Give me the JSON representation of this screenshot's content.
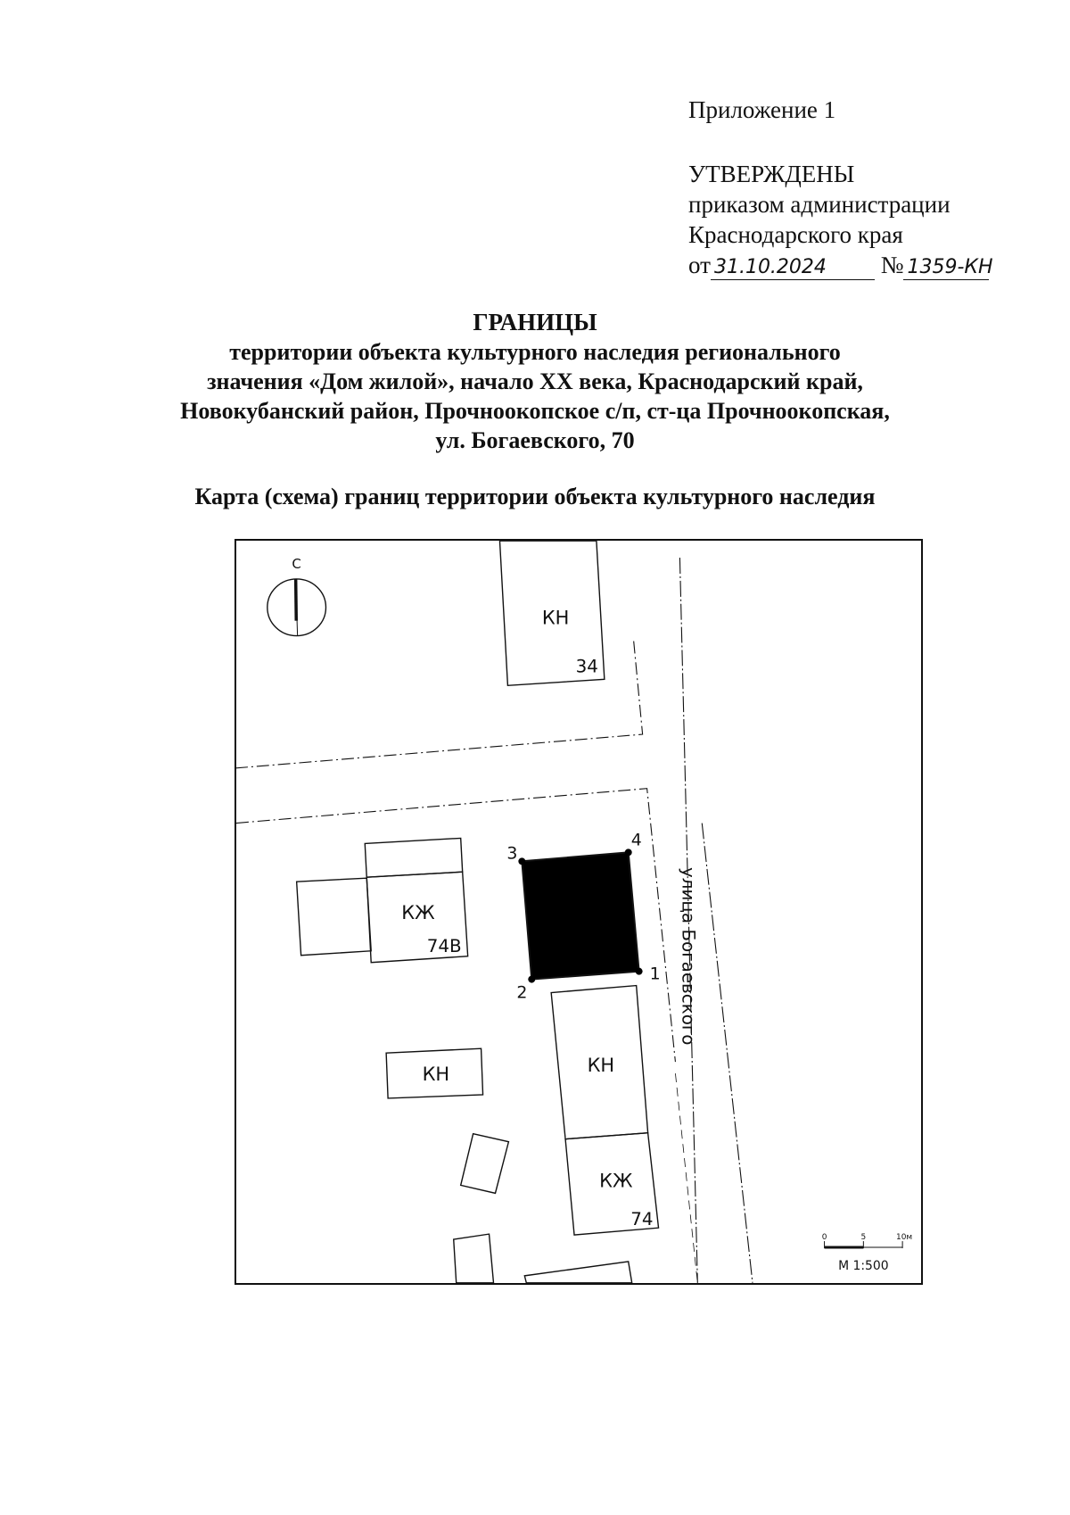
{
  "header": {
    "appendix": "Приложение 1",
    "approved": "УТВЕРЖДЕНЫ",
    "by_order": "приказом администрации",
    "region": "Краснодарского края",
    "date_prefix": "от",
    "date_value": "31.10.2024",
    "number_prefix": "№",
    "number_value": "1359-КН"
  },
  "title": {
    "heading": "ГРАНИЦЫ",
    "lines": [
      "территории объекта культурного наследия регионального",
      "значения «Дом жилой», начало XX века, Краснодарский край,",
      "Новокубанский район, Прочноокопское с/п, ст-ца Прочноокопская,",
      "ул. Богаевского, 70"
    ]
  },
  "map": {
    "caption": "Карта (схема) границ территории объекта культурного наследия",
    "north_label": "С",
    "street_label": "улица Богаевского",
    "buildings": [
      {
        "type": "КН",
        "number": "34"
      },
      {
        "type": "КЖ",
        "number": "74В"
      },
      {
        "type": "КН",
        "number": ""
      },
      {
        "type": "КН",
        "number": ""
      },
      {
        "type": "КЖ",
        "number": "74"
      }
    ],
    "boundary_points": [
      "1",
      "2",
      "3",
      "4"
    ],
    "scale": {
      "ticks": [
        "0",
        "5",
        "10м"
      ],
      "label": "М 1:500"
    },
    "colors": {
      "object_fill": "#000000",
      "line": "#111111"
    }
  }
}
